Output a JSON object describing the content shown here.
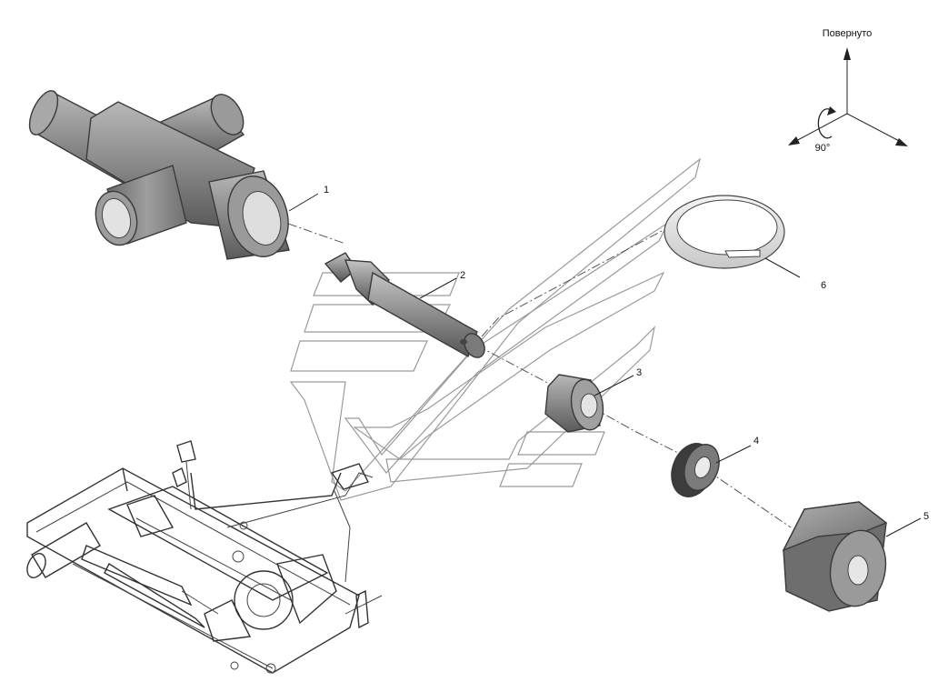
{
  "orientation": {
    "label": "Повернуто",
    "angle": "90°"
  },
  "callouts": [
    "1",
    "2",
    "3",
    "4",
    "5",
    "6"
  ],
  "colors": {
    "part_fill": "#8c8c8c",
    "part_light": "#b4b4b4",
    "part_dark": "#5e5e5e",
    "watermark": "#9a9a9a",
    "line": "#222222"
  }
}
